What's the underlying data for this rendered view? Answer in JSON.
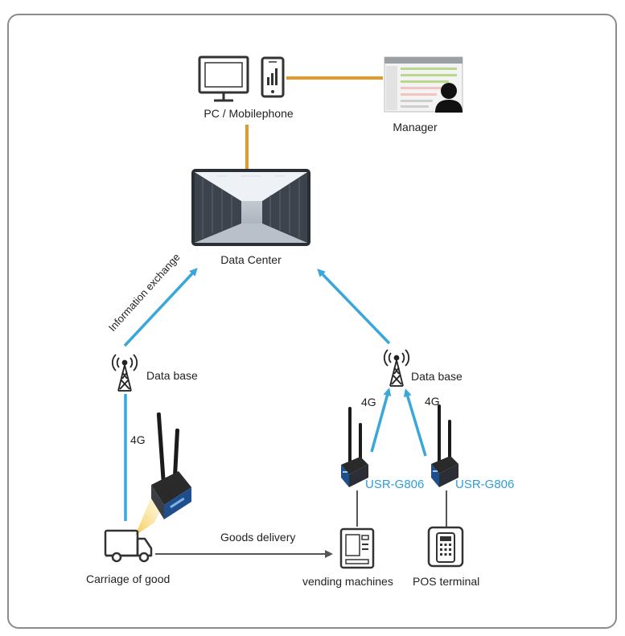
{
  "labels": {
    "pc_mobilephone": "PC / Mobilephone",
    "manager": "Manager",
    "data_center": "Data Center",
    "information_exchange": "Information exchange",
    "data_base_left": "Data base",
    "data_base_right": "Data base",
    "fourg_left": "4G",
    "fourg_mid": "4G",
    "fourg_right": "4G",
    "usr_left": "USR-G806",
    "usr_right": "USR-G806",
    "goods_delivery": "Goods delivery",
    "carriage_of_good": "Carriage of good",
    "vending_machines": "vending machines",
    "pos_terminal": "POS terminal"
  },
  "colors": {
    "link_orange": "#e39a2b",
    "link_blue": "#3aa7da",
    "label_blue": "#2e9fd6",
    "line_gray": "#555555",
    "frame": "#8c8c8c"
  },
  "icons": [
    "monitor-icon",
    "phone-icon",
    "manager-screen-icon",
    "server-room-image",
    "tower-icon",
    "router-icon",
    "truck-icon",
    "vending-machine-icon",
    "pos-terminal-icon"
  ]
}
